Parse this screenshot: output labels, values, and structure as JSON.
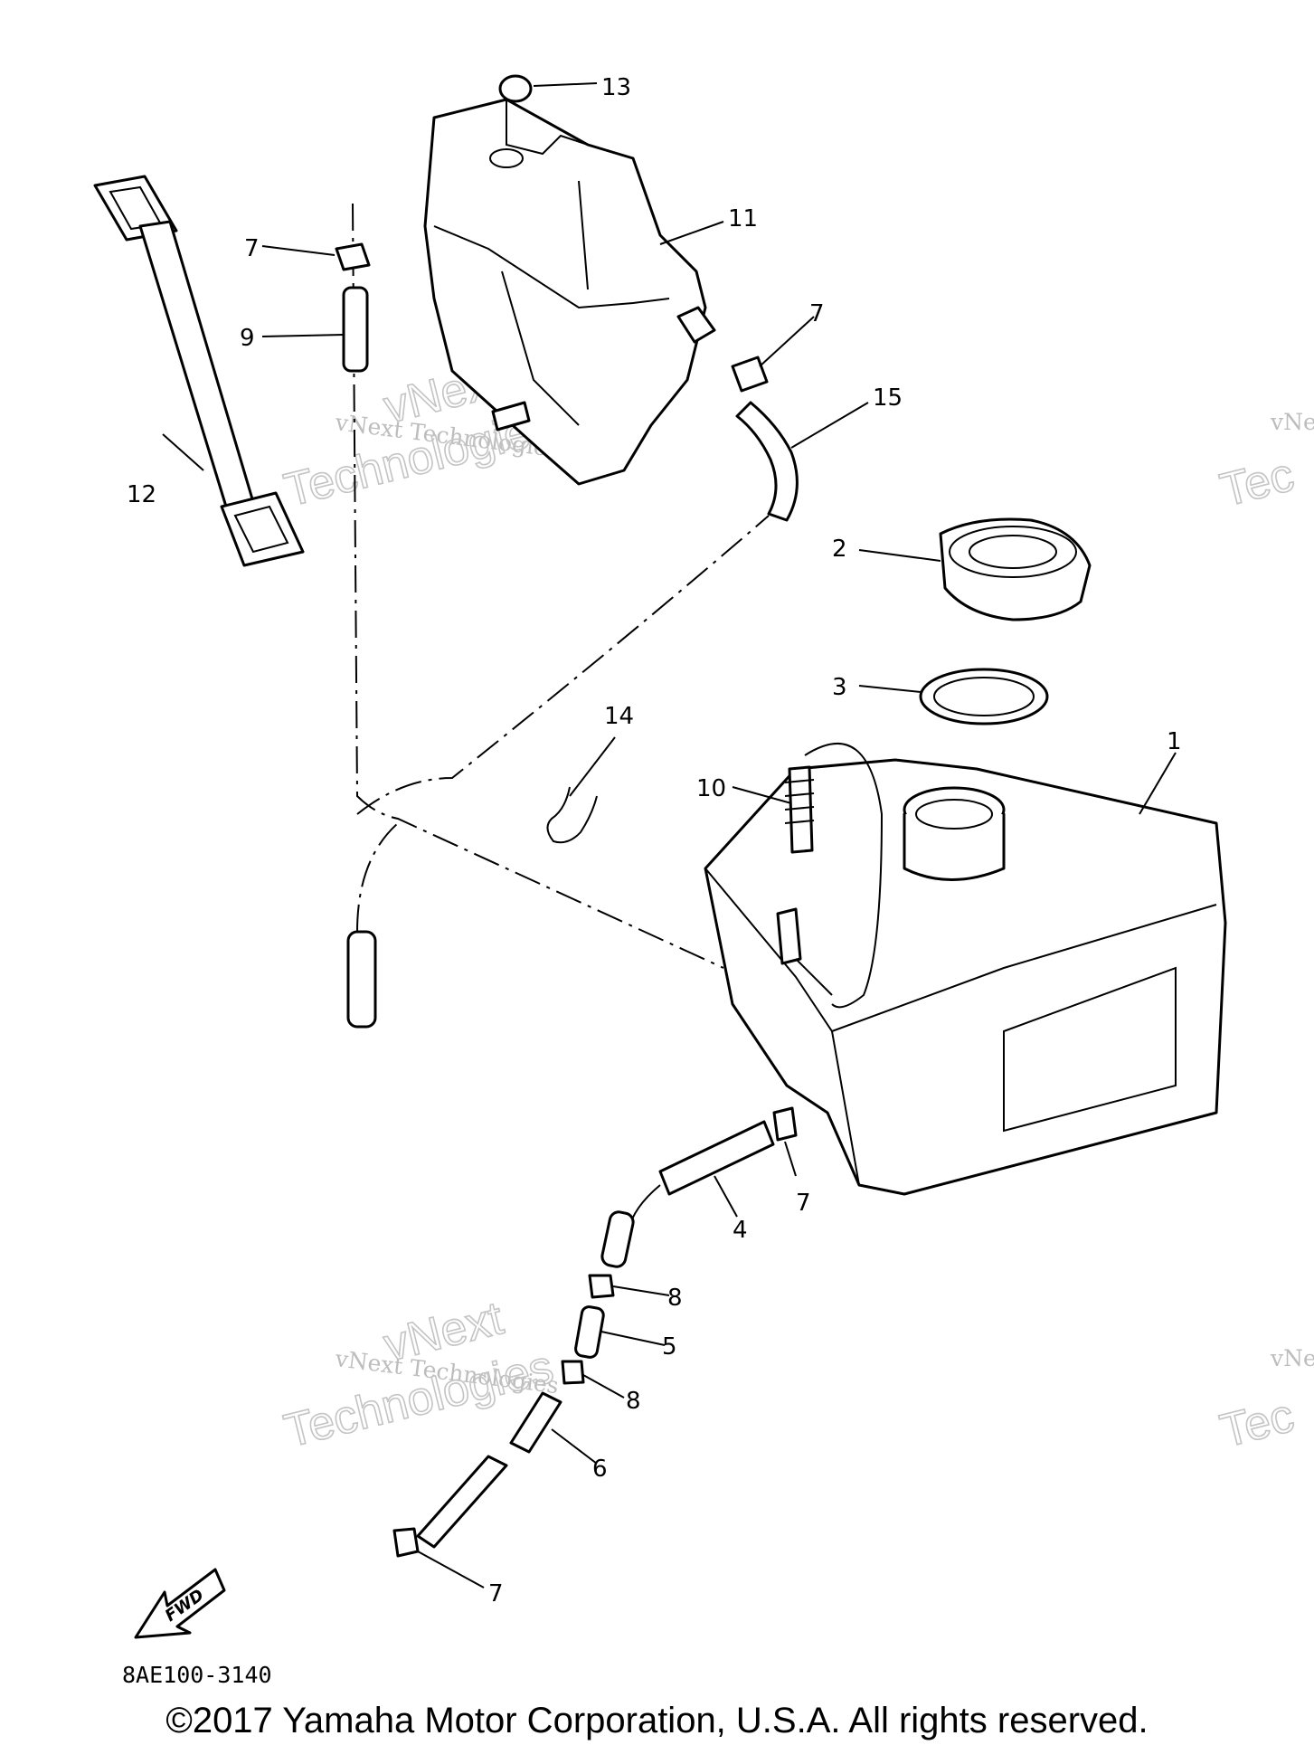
{
  "diagram": {
    "callouts": [
      "1",
      "2",
      "3",
      "4",
      "5",
      "6",
      "7",
      "8",
      "9",
      "10",
      "11",
      "12",
      "13",
      "14",
      "15"
    ],
    "fwd_label": "FWD",
    "diagram_code": "8AE100-3140",
    "watermark": {
      "line1": "vNext Technologies",
      "line2": "vNext",
      "line3": "Technologies",
      "edge1": "vNe",
      "edge2": "Tec"
    }
  },
  "footer": {
    "copyright": "©2017 Yamaha Motor Corporation, U.S.A. All rights reserved."
  }
}
